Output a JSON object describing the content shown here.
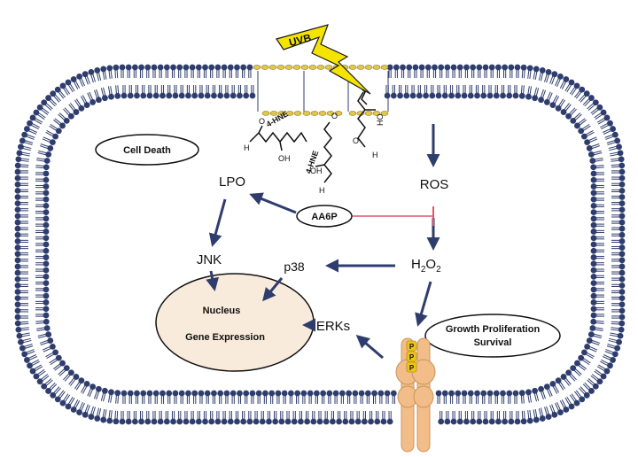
{
  "stimulus": {
    "label": "UVB"
  },
  "lipids": [
    {
      "label": "4-HNE",
      "oh": "OH",
      "h": "H",
      "o": "O"
    },
    {
      "label": "4-HNE",
      "oh": "OH",
      "h": "H",
      "o": "O"
    },
    {
      "oh": "HO",
      "h": "H",
      "o": "O"
    }
  ],
  "ovals": {
    "cell_death": "Cell Death",
    "aa6p": "AA6P",
    "growth_line1": "Growth Proliferation",
    "growth_line2": "Survival"
  },
  "nodes": {
    "lpo": "LPO",
    "ros": "ROS",
    "jnk": "JNK",
    "p38": "p38",
    "h2o2_main": "H",
    "h2o2_sub1": "2",
    "h2o2_o": "O",
    "h2o2_sub2": "2",
    "erks": "ERKs"
  },
  "nucleus": {
    "line1": "Nucleus",
    "line2": "Gene Expression"
  },
  "receptor": {
    "phosphates": [
      "P",
      "P",
      "P"
    ]
  },
  "colors": {
    "membrane": "#2f3d6e",
    "arrow": "#2f3d6e",
    "inhibition": "#e0556a",
    "pore": "#e2c84a",
    "bolt": "#f5e400",
    "nucleus": "#f9ebdb",
    "receptor": "#f2bd88",
    "phosphate": "#f0c419"
  }
}
